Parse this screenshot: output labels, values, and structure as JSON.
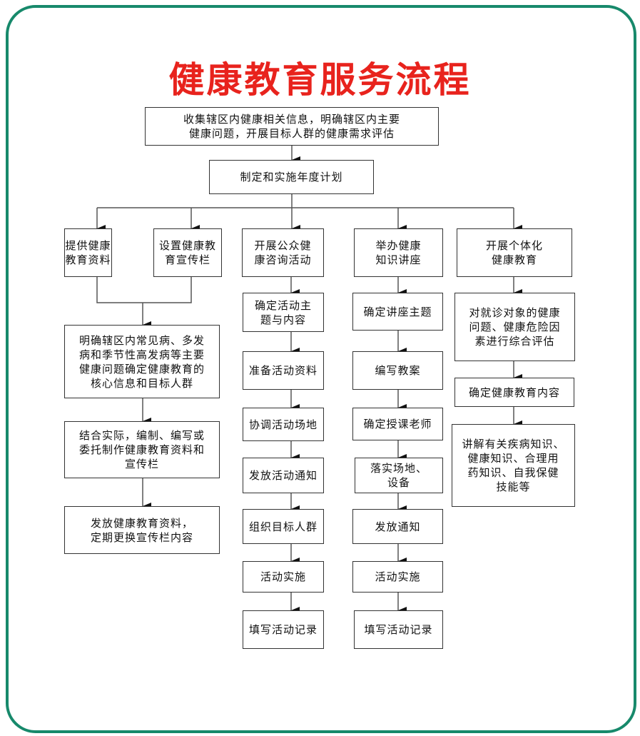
{
  "title": "健康教育服务流程",
  "colors": {
    "title": "#e8231d",
    "frame": "#17896b"
  },
  "steps": {
    "collect": "收集辖区内健康相关信息，明确辖区内主要\n健康问题，开展目标人群的健康需求评估",
    "plan": "制定和实施年度计划"
  },
  "branch_a": {
    "provide": "提供健康\n教育资料",
    "board": "设置健康教\n育宣传栏",
    "steps": [
      "明确辖区内常见病、多发\n病和季节性高发病等主要\n健康问题确定健康教育的\n核心信息和目标人群",
      "结合实际，编制、编写或\n委托制作健康教育资料和\n宣传栏",
      "发放健康教育资料，\n定期更换宣传栏内容"
    ]
  },
  "branch_b": {
    "head": "开展公众健\n康咨询活动",
    "steps": [
      "确定活动主\n题与内容",
      "准备活动资料",
      "协调活动场地",
      "发放活动通知",
      "组织目标人群",
      "活动实施",
      "填写活动记录"
    ]
  },
  "branch_c": {
    "head": "举办健康\n知识讲座",
    "steps": [
      "确定讲座主题",
      "编写教案",
      "确定授课老师",
      "落实场地、\n设备",
      "发放通知",
      "活动实施",
      "填写活动记录"
    ]
  },
  "branch_d": {
    "head": "开展个体化\n健康教育",
    "steps": [
      "对就诊对象的健康\n问题、健康危险因\n素进行综合评估",
      "确定健康教育内容",
      "讲解有关疾病知识、\n健康知识、合理用\n药知识、自我保健\n技能等"
    ]
  }
}
